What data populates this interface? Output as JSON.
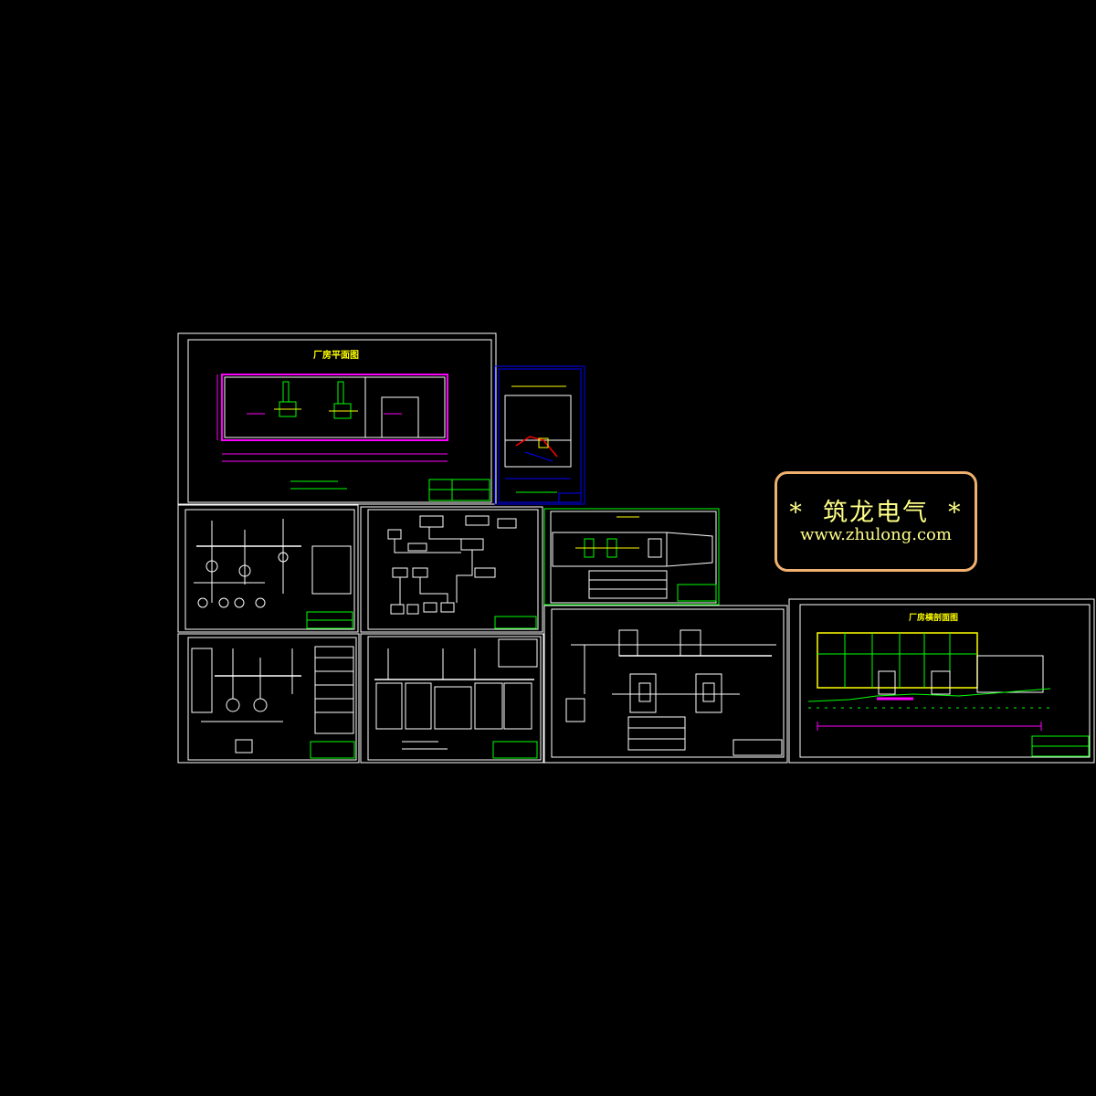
{
  "sheets": {
    "plant_plan": {
      "title": "厂房平面图"
    },
    "cross_section": {
      "title": "厂房横剖面图"
    }
  },
  "watermark": {
    "line1": "*  筑龙电气  *",
    "line2": "www.zhulong.com"
  },
  "colors": {
    "background": "#000000",
    "frame": "#ffffff",
    "green": "#00ff00",
    "magenta": "#ff00ff",
    "yellow": "#ffff00",
    "cyan": "#00ffff",
    "blue": "#0000ff",
    "red": "#ff0000",
    "watermark_border": "#f0b070",
    "watermark_text": "#ffff88"
  }
}
